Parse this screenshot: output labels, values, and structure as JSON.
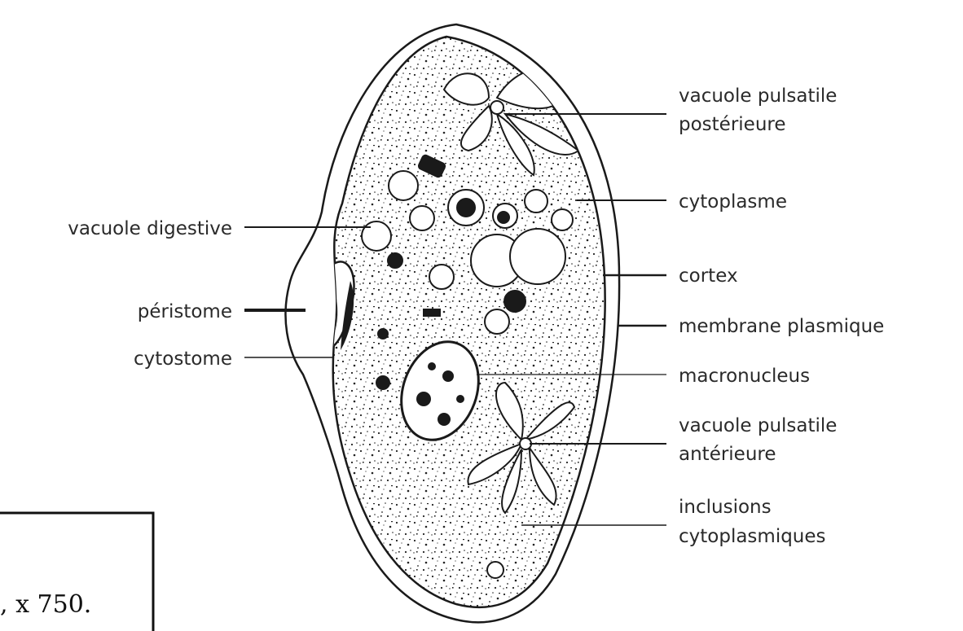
{
  "labels": {
    "vacuole_pulsatile_posterieure_1": "vacuole pulsatile",
    "vacuole_pulsatile_posterieure_2": "postérieure",
    "cytoplasme": "cytoplasme",
    "vacuole_digestive": "vacuole digestive",
    "cortex": "cortex",
    "peristome": "péristome",
    "membrane_plasmique": "membrane plasmique",
    "cytostome": "cytostome",
    "macronucleus": "macronucleus",
    "vacuole_pulsatile_anterieure_1": "vacuole pulsatile",
    "vacuole_pulsatile_anterieure_2": "antérieure",
    "inclusions_1": "inclusions",
    "inclusions_2": "cytoplasmiques"
  },
  "caption": {
    "text": ", x 750."
  }
}
